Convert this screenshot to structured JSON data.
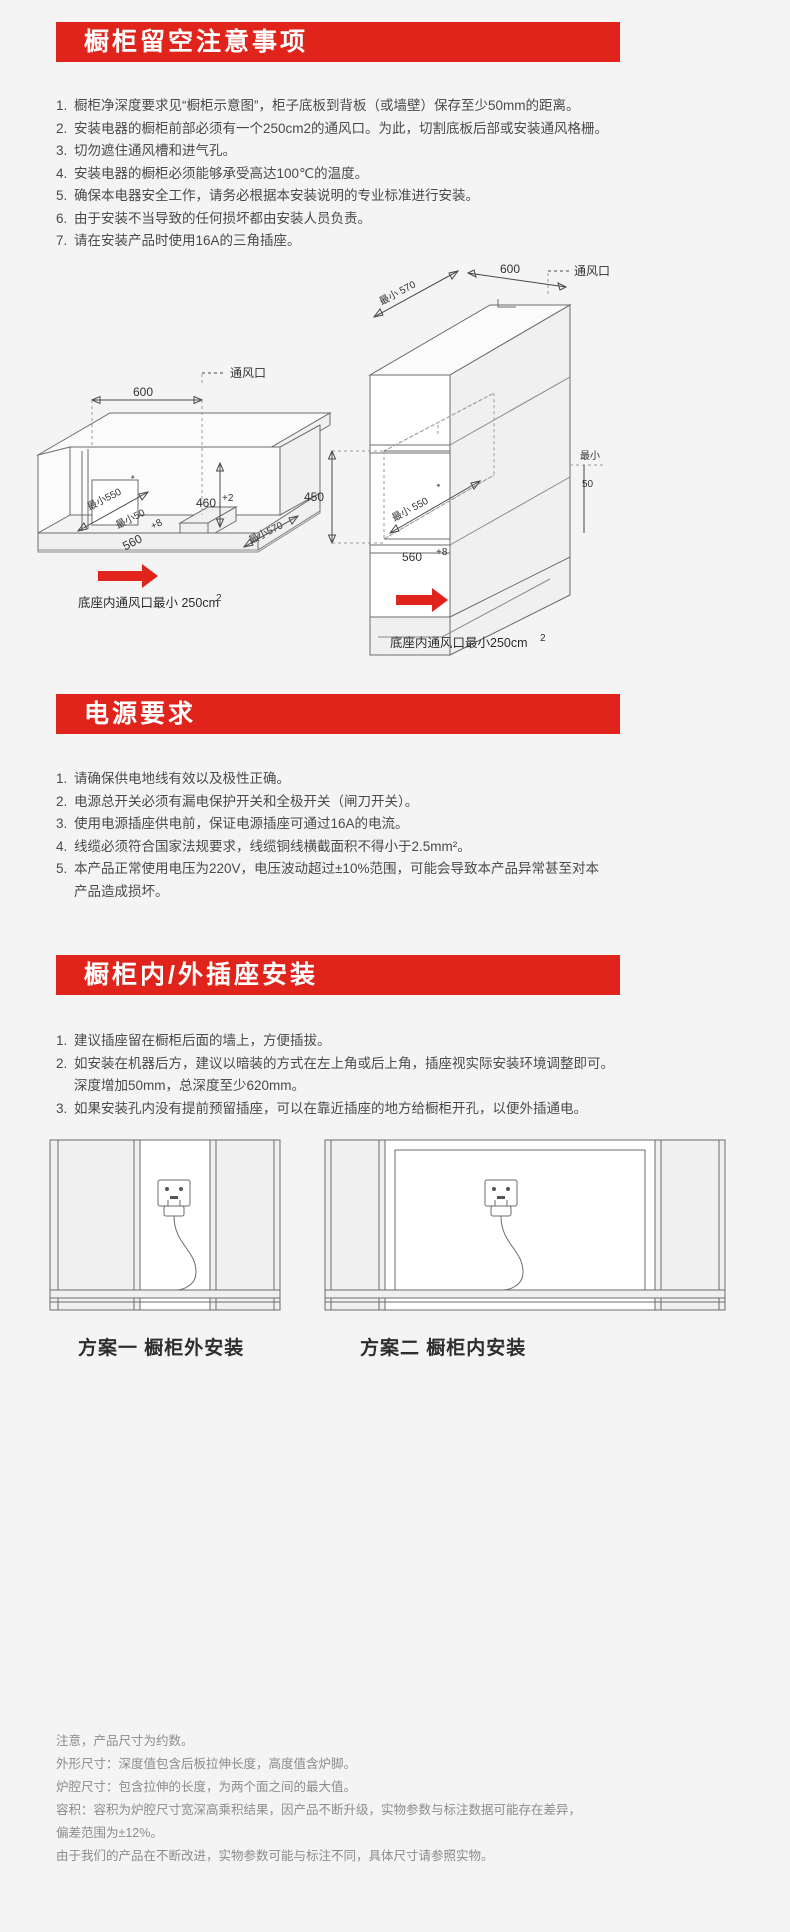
{
  "sections": {
    "cabinet_clearance": {
      "title": "橱柜留空注意事项",
      "items": [
        {
          "num": "1.",
          "text": "橱柜净深度要求见“橱柜示意图”，柜子底板到背板（或墙壁）保存至少50mm的距离。"
        },
        {
          "num": "2.",
          "text": "安装电器的橱柜前部必须有一个250cm2的通风口。为此，切割底板后部或安装通风格栅。"
        },
        {
          "num": "3.",
          "text": "切勿遮住通风槽和进气孔。"
        },
        {
          "num": "4.",
          "text": "安装电器的橱柜必须能够承受高达100℃的温度。"
        },
        {
          "num": "5.",
          "text": "确保本电器安全工作，请务必根据本安装说明的专业标准进行安装。"
        },
        {
          "num": "6.",
          "text": "由于安装不当导致的任何损坏都由安装人员负责。"
        },
        {
          "num": "7.",
          "text": "请在安装产品时使用16A的三角插座。"
        }
      ]
    },
    "power_requirements": {
      "title": "电源要求",
      "items": [
        {
          "num": "1.",
          "text": "请确保供电地线有效以及极性正确。"
        },
        {
          "num": "2.",
          "text": "电源总开关必须有漏电保护开关和全极开关（闸刀开关）。"
        },
        {
          "num": "3.",
          "text": "使用电源插座供电前，保证电源插座可通过16A的电流。"
        },
        {
          "num": "4.",
          "text": "线缆必须符合国家法规要求，线缆铜线横截面积不得小于2.5mm²。"
        },
        {
          "num": "5.",
          "text": "本产品正常使用电压为220V，电压波动超过±10%范围，可能会导致本产品异常甚至对本",
          "cont": "产品造成损坏。"
        }
      ]
    },
    "socket_install": {
      "title": "橱柜内/外插座安装",
      "items": [
        {
          "num": "1.",
          "text": "建议插座留在橱柜后面的墙上，方便插拔。"
        },
        {
          "num": "2.",
          "text": "如安装在机器后方，建议以暗装的方式在左上角或后上角，插座视实际安装环境调整即可。",
          "cont": "深度增加50mm，总深度至少620mm。"
        },
        {
          "num": "3.",
          "text": "如果安装孔内没有提前预留插座，可以在靠近插座的地方给橱柜开孔，以便外插通电。"
        }
      ]
    }
  },
  "diagram_left": {
    "dim_600": "600",
    "dim_min550": "最小550",
    "dim_star": "*",
    "dim_min50": "最小50",
    "dim_560": "560",
    "dim_560_sup": "+8",
    "dim_460": "460",
    "dim_460_sup": "+2",
    "dim_min570": "最小570",
    "vent_label": "通风口",
    "caption": "底座内通风口最小 250cm",
    "caption_sup": "2"
  },
  "diagram_right": {
    "dim_min570": "最小 570",
    "dim_600": "600",
    "vent_label": "通风口",
    "dim_450": "450",
    "dim_min550": "最小 550",
    "dim_star": "*",
    "dim_560": "560",
    "dim_560_sup": "+8",
    "dim_min": "最小",
    "dim_50": "50",
    "caption": "底座内通风口最小250cm",
    "caption_sup": "2"
  },
  "schemes": {
    "scheme_one": "方案一  橱柜外安装",
    "scheme_two": "方案二  橱柜内安装"
  },
  "footnotes": [
    "注意，产品尺寸为约数。",
    "外形尺寸：深度值包含后板拉伸长度，高度值含炉脚。",
    "炉腔尺寸：包含拉伸的长度，为两个面之间的最大值。",
    "容积：容积为炉腔尺寸宽深高乘积结果，因产品不断升级，实物参数与标注数据可能存在差异，",
    "偏差范围为±12%。",
    "由于我们的产品在不断改进，实物参数可能与标注不同，具体尺寸请参照实物。"
  ],
  "colors": {
    "accent": "#e0241b",
    "background": "#f4f4f4",
    "text": "#4a4a4a",
    "muted": "#8c8c8c"
  }
}
